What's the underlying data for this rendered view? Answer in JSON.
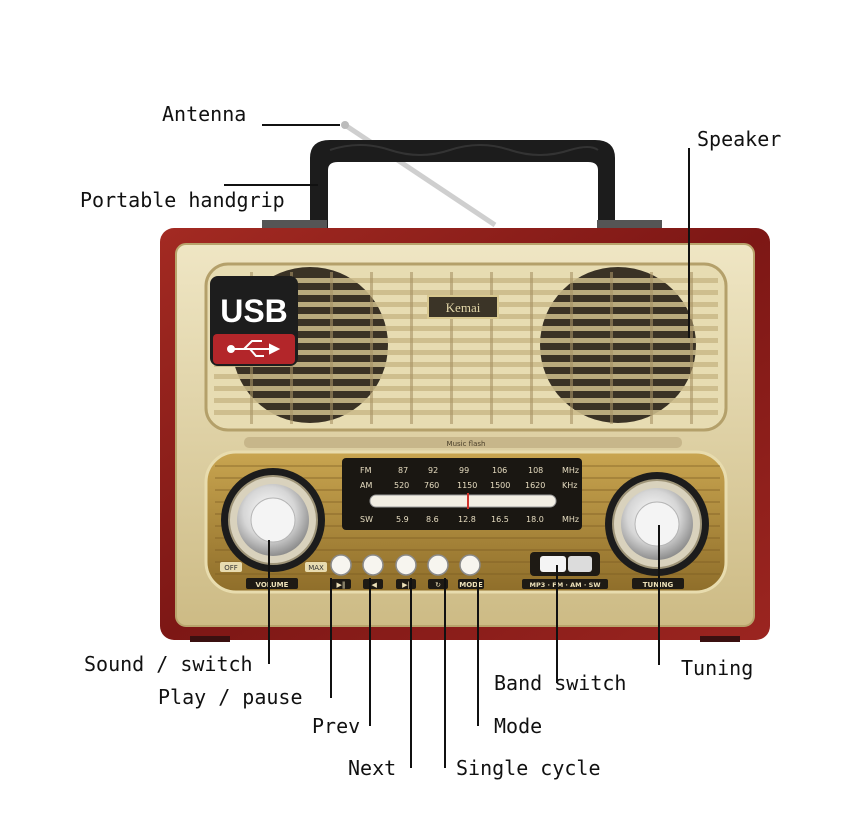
{
  "labels": {
    "antenna": "Antenna",
    "handgrip": "Portable handgrip",
    "speaker": "Speaker",
    "sound_switch": "Sound / switch",
    "play_pause": "Play / pause",
    "prev": "Prev",
    "next": "Next",
    "single_cycle": "Single cycle",
    "mode": "Mode",
    "band_switch": "Band switch",
    "tuning": "Tuning"
  },
  "radio": {
    "brand": "Kemai",
    "usb_badge": "USB",
    "music_flash": "Music flash",
    "dial": {
      "fm": [
        "FM",
        "87",
        "92",
        "99",
        "106",
        "108",
        "MHz"
      ],
      "am": [
        "AM",
        "520",
        "760",
        "1150",
        "1500",
        "1620",
        "KHz"
      ],
      "sw": [
        "SW",
        "5.9",
        "8.6",
        "12.8",
        "16.5",
        "18.0",
        "MHz"
      ]
    },
    "off_label": "OFF",
    "max_label": "MAX",
    "volume_label": "VOLUME",
    "tuning_label": "TUNING",
    "mode_button_label": "MODE",
    "band_text": "MP3 · FM · AM · SW"
  },
  "colors": {
    "wood": "#8b1c1a",
    "gold_panel": "#d9cc9f",
    "grille": "#b9a77a"
  }
}
